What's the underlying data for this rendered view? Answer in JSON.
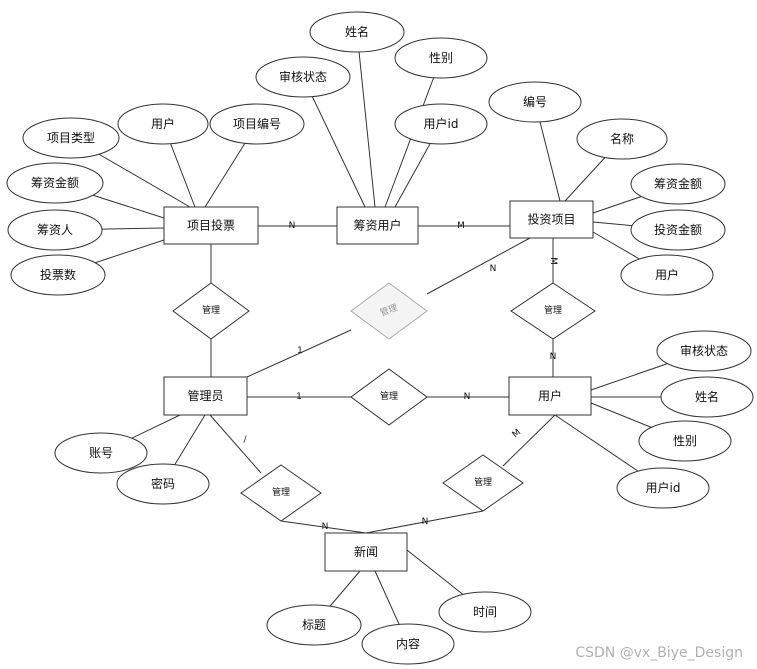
{
  "entities": [
    {
      "id": "xmtp",
      "label": "项目投票"
    },
    {
      "id": "czyh",
      "label": "筹资用户"
    },
    {
      "id": "tzxm",
      "label": "投资项目"
    },
    {
      "id": "gly",
      "label": "管理员"
    },
    {
      "id": "yh",
      "label": "用户"
    },
    {
      "id": "xw",
      "label": "新闻"
    }
  ],
  "attributes": [
    {
      "id": "a_xmlx",
      "label": "项目类型"
    },
    {
      "id": "a_yh1",
      "label": "用户"
    },
    {
      "id": "a_xmbh",
      "label": "项目编号"
    },
    {
      "id": "a_czje1",
      "label": "筹资金额"
    },
    {
      "id": "a_czr",
      "label": "筹资人"
    },
    {
      "id": "a_tps",
      "label": "投票数"
    },
    {
      "id": "a_xm1",
      "label": "姓名"
    },
    {
      "id": "a_xb1",
      "label": "性别"
    },
    {
      "id": "a_shzt1",
      "label": "审核状态"
    },
    {
      "id": "a_yhid1",
      "label": "用户id"
    },
    {
      "id": "a_bh",
      "label": "编号"
    },
    {
      "id": "a_mc",
      "label": "名称"
    },
    {
      "id": "a_czje2",
      "label": "筹资金额"
    },
    {
      "id": "a_tzje",
      "label": "投资金额"
    },
    {
      "id": "a_yh2",
      "label": "用户"
    },
    {
      "id": "a_shzt2",
      "label": "审核状态"
    },
    {
      "id": "a_xm2",
      "label": "姓名"
    },
    {
      "id": "a_xb2",
      "label": "性别"
    },
    {
      "id": "a_yhid2",
      "label": "用户id"
    },
    {
      "id": "a_zh",
      "label": "账号"
    },
    {
      "id": "a_mm",
      "label": "密码"
    },
    {
      "id": "a_bt",
      "label": "标题"
    },
    {
      "id": "a_nr",
      "label": "内容"
    },
    {
      "id": "a_sj",
      "label": "时间"
    }
  ],
  "relationships": [
    {
      "id": "r1",
      "label": "管理"
    },
    {
      "id": "r2",
      "label": "管理"
    },
    {
      "id": "r3",
      "label": "管理"
    },
    {
      "id": "r4",
      "label": "管理"
    },
    {
      "id": "r5",
      "label": "管理"
    },
    {
      "id": "r6",
      "label": "管理"
    }
  ],
  "cardinalities": [
    {
      "id": "c1",
      "label": "N"
    },
    {
      "id": "c2",
      "label": "M"
    },
    {
      "id": "c3",
      "label": "N"
    },
    {
      "id": "c4",
      "label": "1"
    },
    {
      "id": "c5",
      "label": "M"
    },
    {
      "id": "c6",
      "label": "N"
    },
    {
      "id": "c7",
      "label": "1"
    },
    {
      "id": "c8",
      "label": "N"
    },
    {
      "id": "c9",
      "label": "/"
    },
    {
      "id": "c10",
      "label": "N"
    },
    {
      "id": "c11",
      "label": "M"
    },
    {
      "id": "c12",
      "label": "N"
    }
  ],
  "watermark": "CSDN @vx_Biye_Design"
}
